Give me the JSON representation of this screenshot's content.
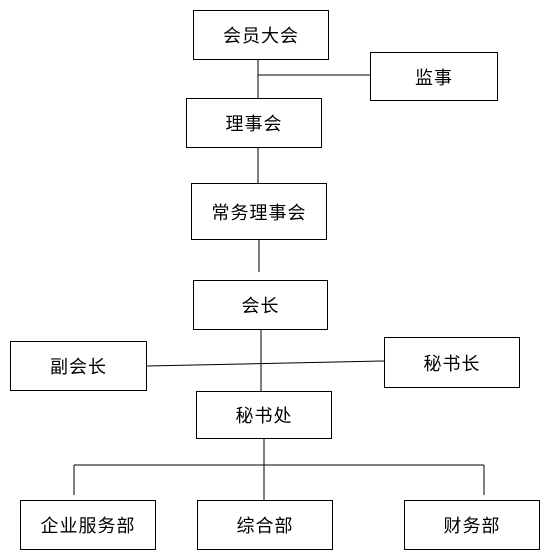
{
  "nodes": {
    "members_assembly": "会员大会",
    "supervisor": "监事",
    "council": "理事会",
    "standing_council": "常务理事会",
    "president": "会长",
    "vice_president": "副会长",
    "secretary_general": "秘书长",
    "secretariat": "秘书处",
    "enterprise_services_dept": "企业服务部",
    "general_affairs_dept": "综合部",
    "finance_dept": "财务部"
  }
}
